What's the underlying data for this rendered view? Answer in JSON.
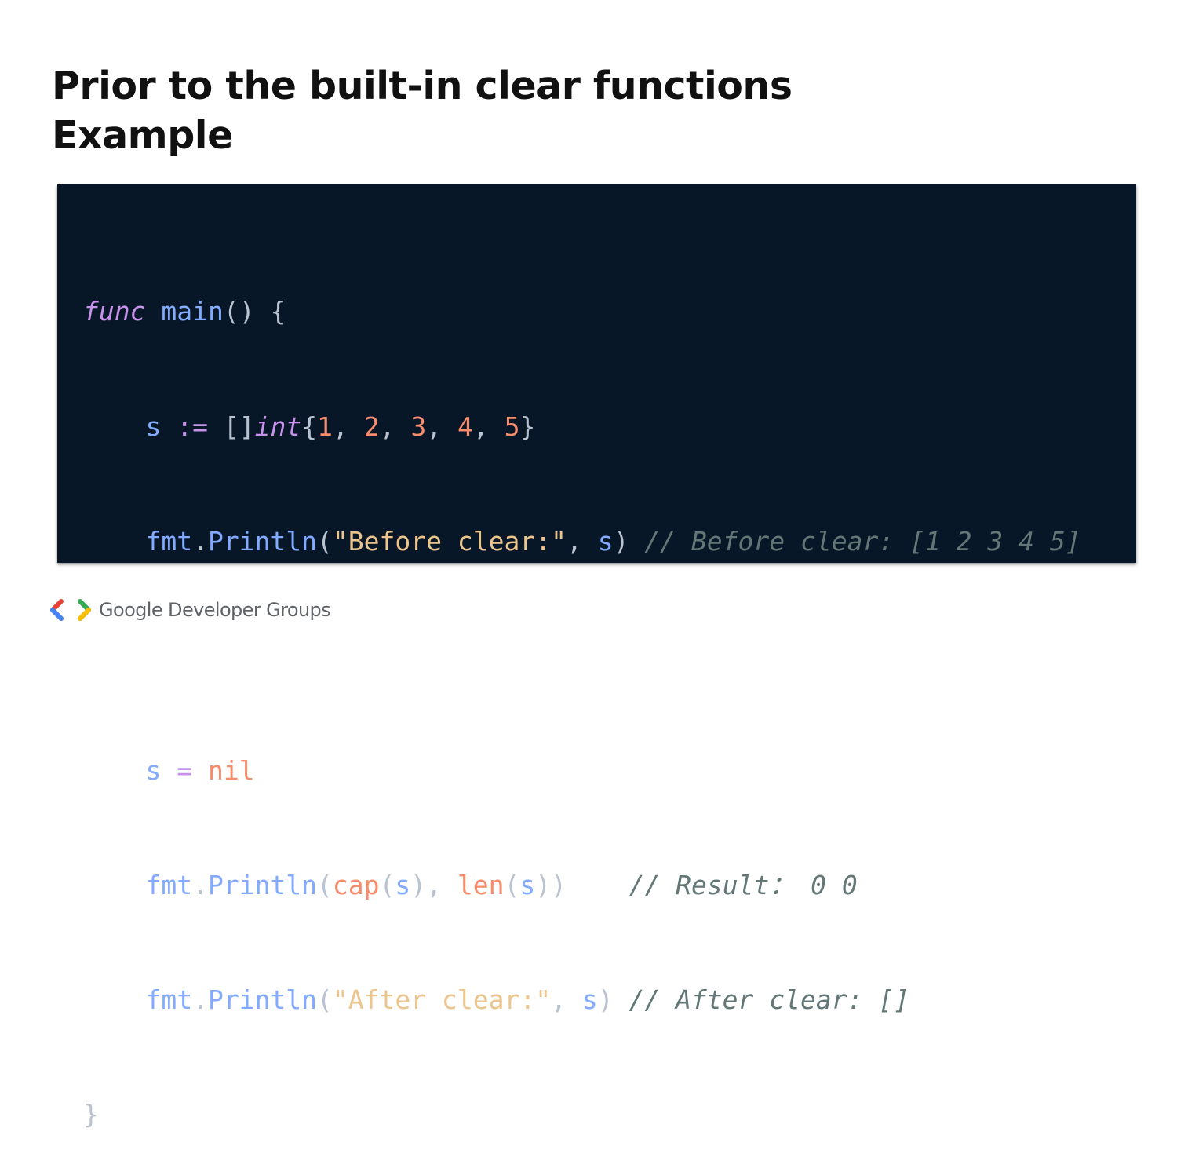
{
  "slide": {
    "title_line1": "Prior to the built-in clear functions",
    "title_line2": "Example"
  },
  "code": {
    "line1": {
      "kw": "func",
      "name": "main",
      "paren": "()",
      "brace": "{"
    },
    "line2": {
      "var": "s",
      "op": ":=",
      "brackets": "[]",
      "type": "int",
      "open": "{",
      "n1": "1",
      "n2": "2",
      "n3": "3",
      "n4": "4",
      "n5": "5",
      "close": "}",
      "comma": ","
    },
    "line3": {
      "pkg": "fmt",
      "dot": ".",
      "fn": "Println",
      "open": "(",
      "str": "\"Before clear:\"",
      "comma": ",",
      "arg": "s",
      "close": ")",
      "comment": "// Before clear: [1 2 3 4 5]"
    },
    "line5": {
      "var": "s",
      "op": "=",
      "val": "nil"
    },
    "line6": {
      "pkg": "fmt",
      "dot": ".",
      "fn": "Println",
      "open": "(",
      "cap": "cap",
      "len": "len",
      "arg": "s",
      "comma": ",",
      "close1": ")",
      "close2": "))",
      "comment": "// Result： 0 0"
    },
    "line7": {
      "pkg": "fmt",
      "dot": ".",
      "fn": "Println",
      "open": "(",
      "str": "\"After clear:\"",
      "comma": ",",
      "arg": "s",
      "close": ")",
      "comment": "// After clear: []"
    },
    "line8": {
      "brace": "}"
    }
  },
  "footer": {
    "logo_icon": "google-developers-chevrons-icon",
    "brand_text": "Google Developer Groups"
  },
  "colors": {
    "code_background": "#071727",
    "keyword": "#c792ea",
    "function": "#82aaff",
    "string": "#ecc48d",
    "number": "#f78c6c",
    "comment": "#637777"
  }
}
